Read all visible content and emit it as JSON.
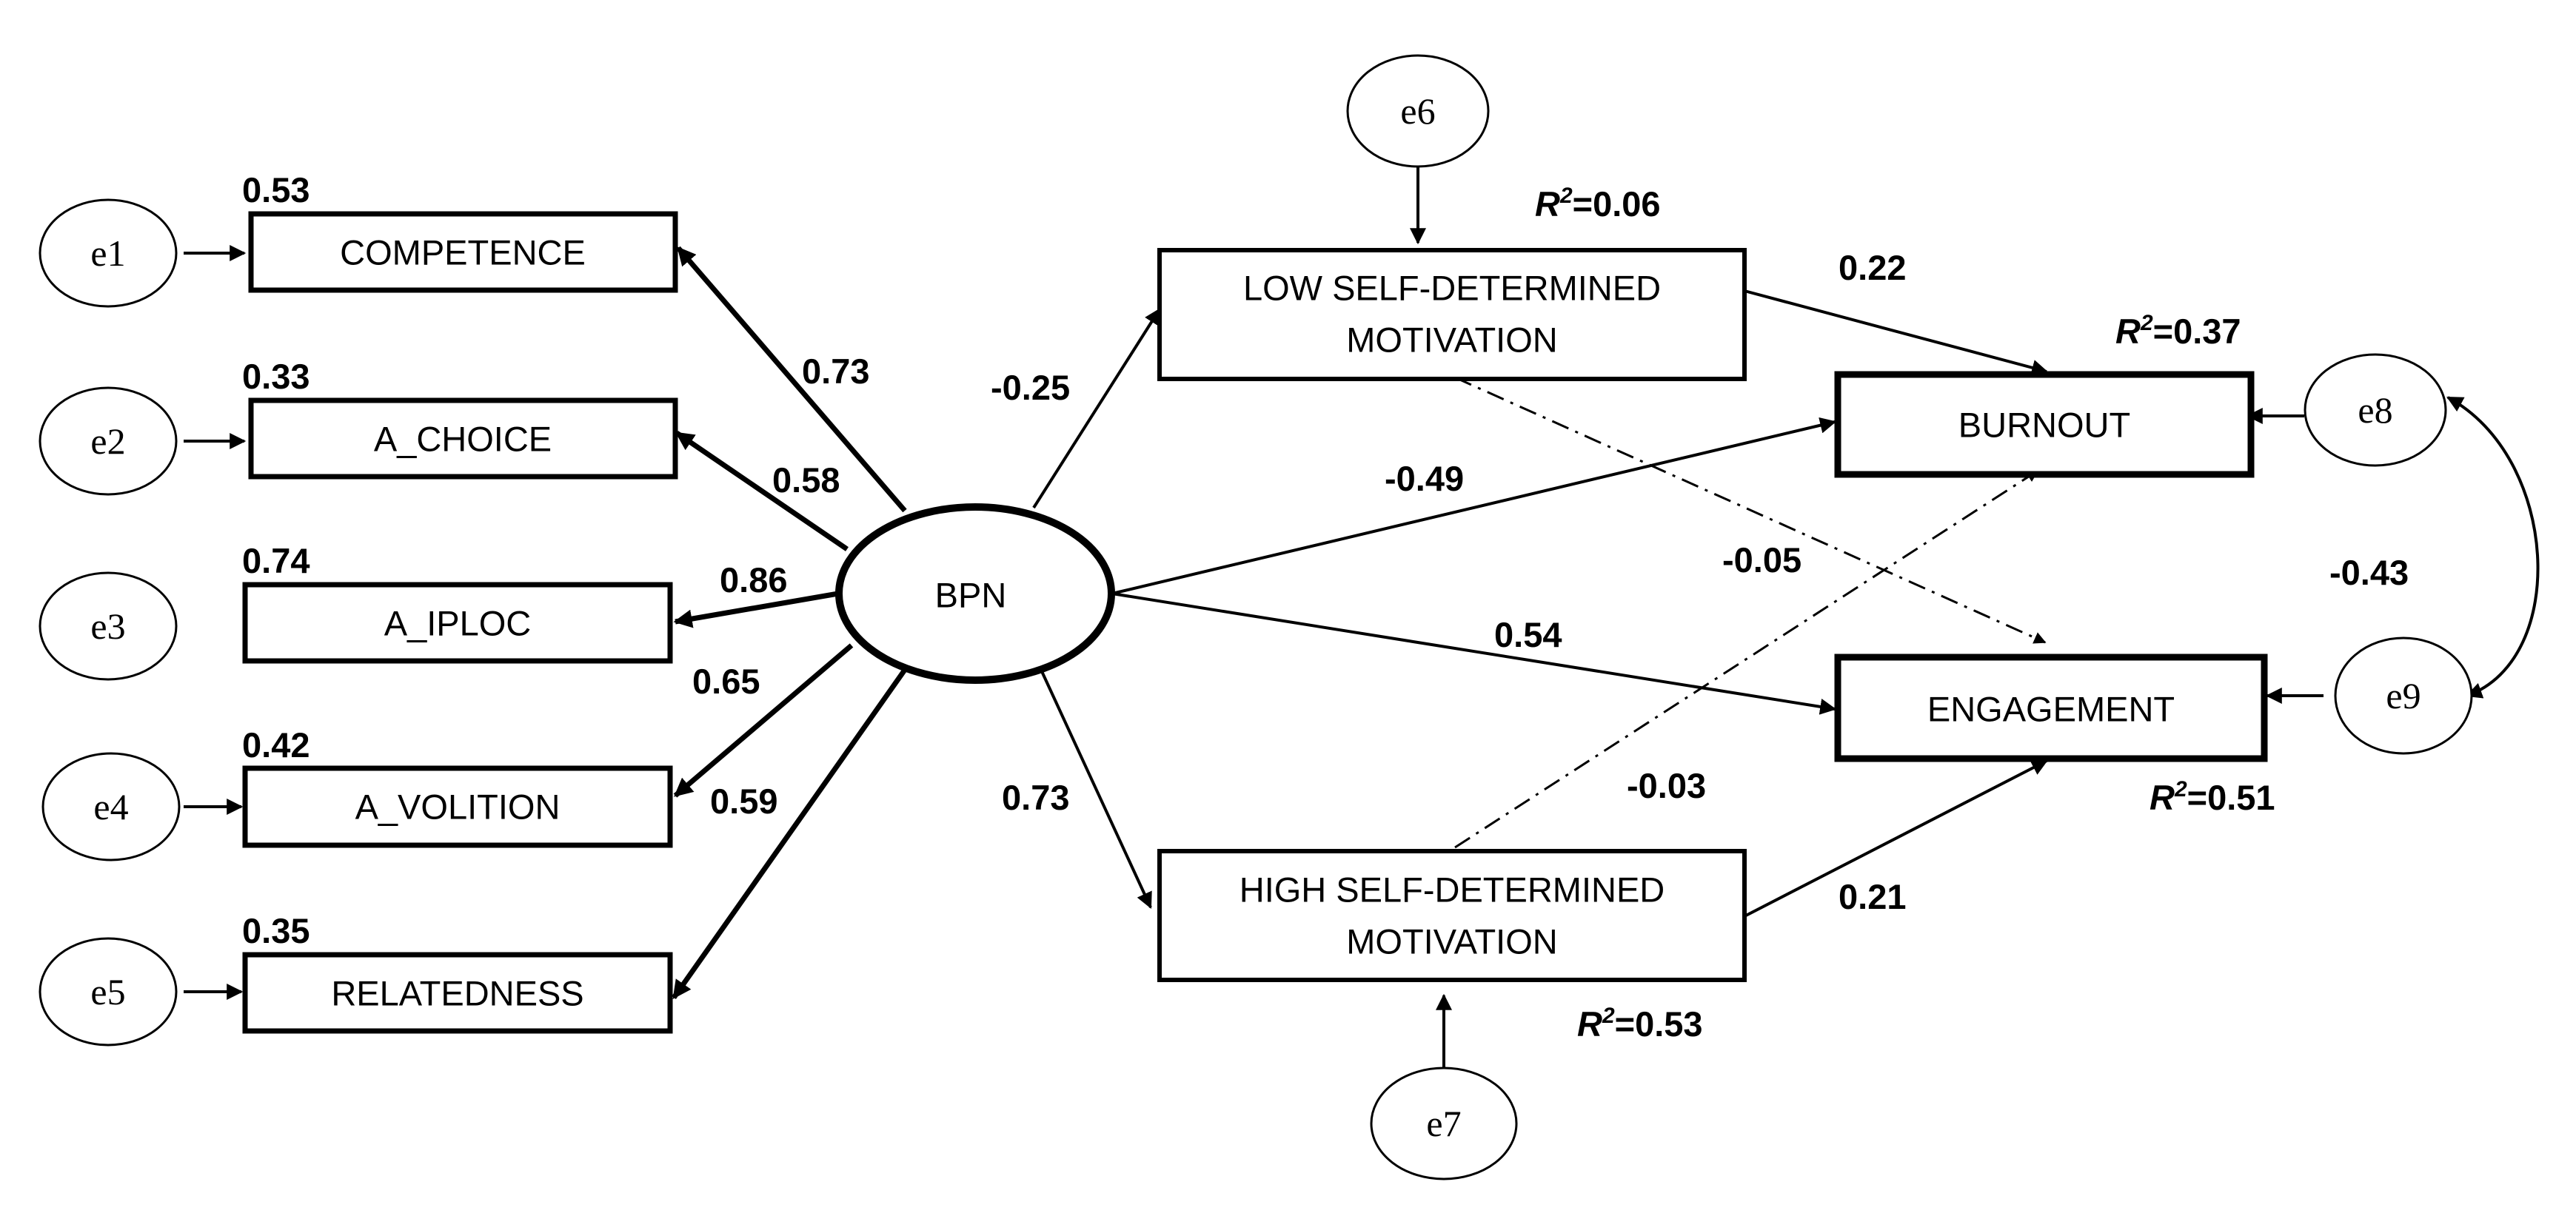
{
  "nodes": {
    "e1": "e1",
    "e2": "e2",
    "e3": "e3",
    "e4": "e4",
    "e5": "e5",
    "e6": "e6",
    "e7": "e7",
    "e8": "e8",
    "e9": "e9",
    "competence": "COMPETENCE",
    "a_choice": "A_CHOICE",
    "a_iploc": "A_IPLOC",
    "a_volition": "A_VOLITION",
    "relatedness": "RELATEDNESS",
    "bpn": "BPN",
    "low_sdm_line1": "LOW SELF-DETERMINED",
    "low_sdm_line2": "MOTIVATION",
    "high_sdm_line1": "HIGH SELF-DETERMINED",
    "high_sdm_line2": "MOTIVATION",
    "burnout": "BURNOUT",
    "engagement": "ENGAGEMENT"
  },
  "indicator_r2": {
    "competence": "0.53",
    "a_choice": "0.33",
    "a_iploc": "0.74",
    "a_volition": "0.42",
    "relatedness": "0.35"
  },
  "loadings": {
    "competence": "0.73",
    "a_choice": "0.58",
    "a_iploc": "0.86",
    "a_volition": "0.65",
    "relatedness": "0.59"
  },
  "paths": {
    "bpn_low": "-0.25",
    "bpn_high": "0.73",
    "bpn_burnout": "-0.49",
    "bpn_engagement": "0.54",
    "low_burnout": "0.22",
    "low_engagement": "-0.05",
    "high_burnout": "-0.03",
    "high_engagement": "0.21",
    "e8_e9_covariance": "-0.43"
  },
  "r_squared": {
    "prefix": "R",
    "sup": "2",
    "low": "=0.06",
    "burnout": "=0.37",
    "engagement": "=0.51",
    "high": "=0.53"
  }
}
